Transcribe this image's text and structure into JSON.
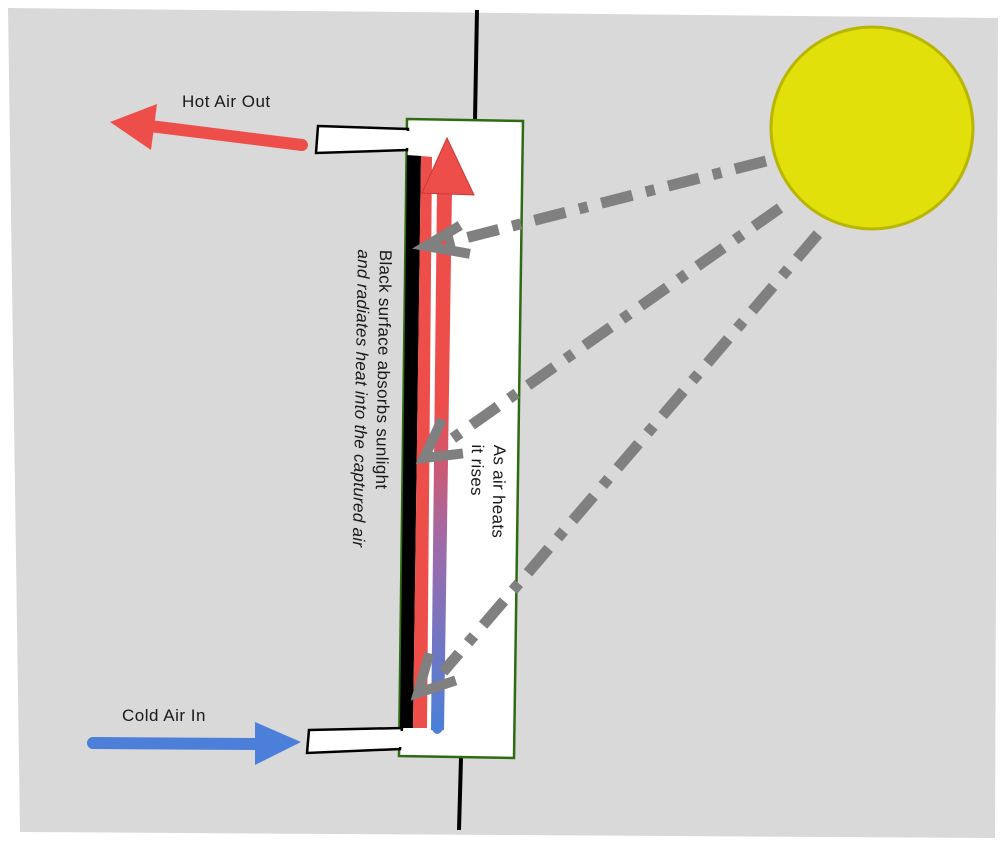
{
  "labels": {
    "hot_air_out": "Hot Air Out",
    "cold_air_in": "Cold Air In",
    "black_surface_line1": "Black surface absorbs sunlight",
    "black_surface_line2": "and radiates heat into the captured air",
    "air_rises_line1": "As air heats",
    "air_rises_line2": "it rises"
  },
  "colors": {
    "background": "#d9d9d9",
    "wall": "#000000",
    "collector_outline": "#2e6b12",
    "sun": "#e2e00a",
    "sun_outline": "#b8b600",
    "hot_air": "#ee4e4a",
    "cold_air": "#4b7fd9",
    "sunlight_rays": "#808080",
    "absorber": "#000000"
  },
  "icons": [
    "sun-icon",
    "hot-air-arrow-icon",
    "cold-air-arrow-icon",
    "rising-air-arrow-icon"
  ]
}
